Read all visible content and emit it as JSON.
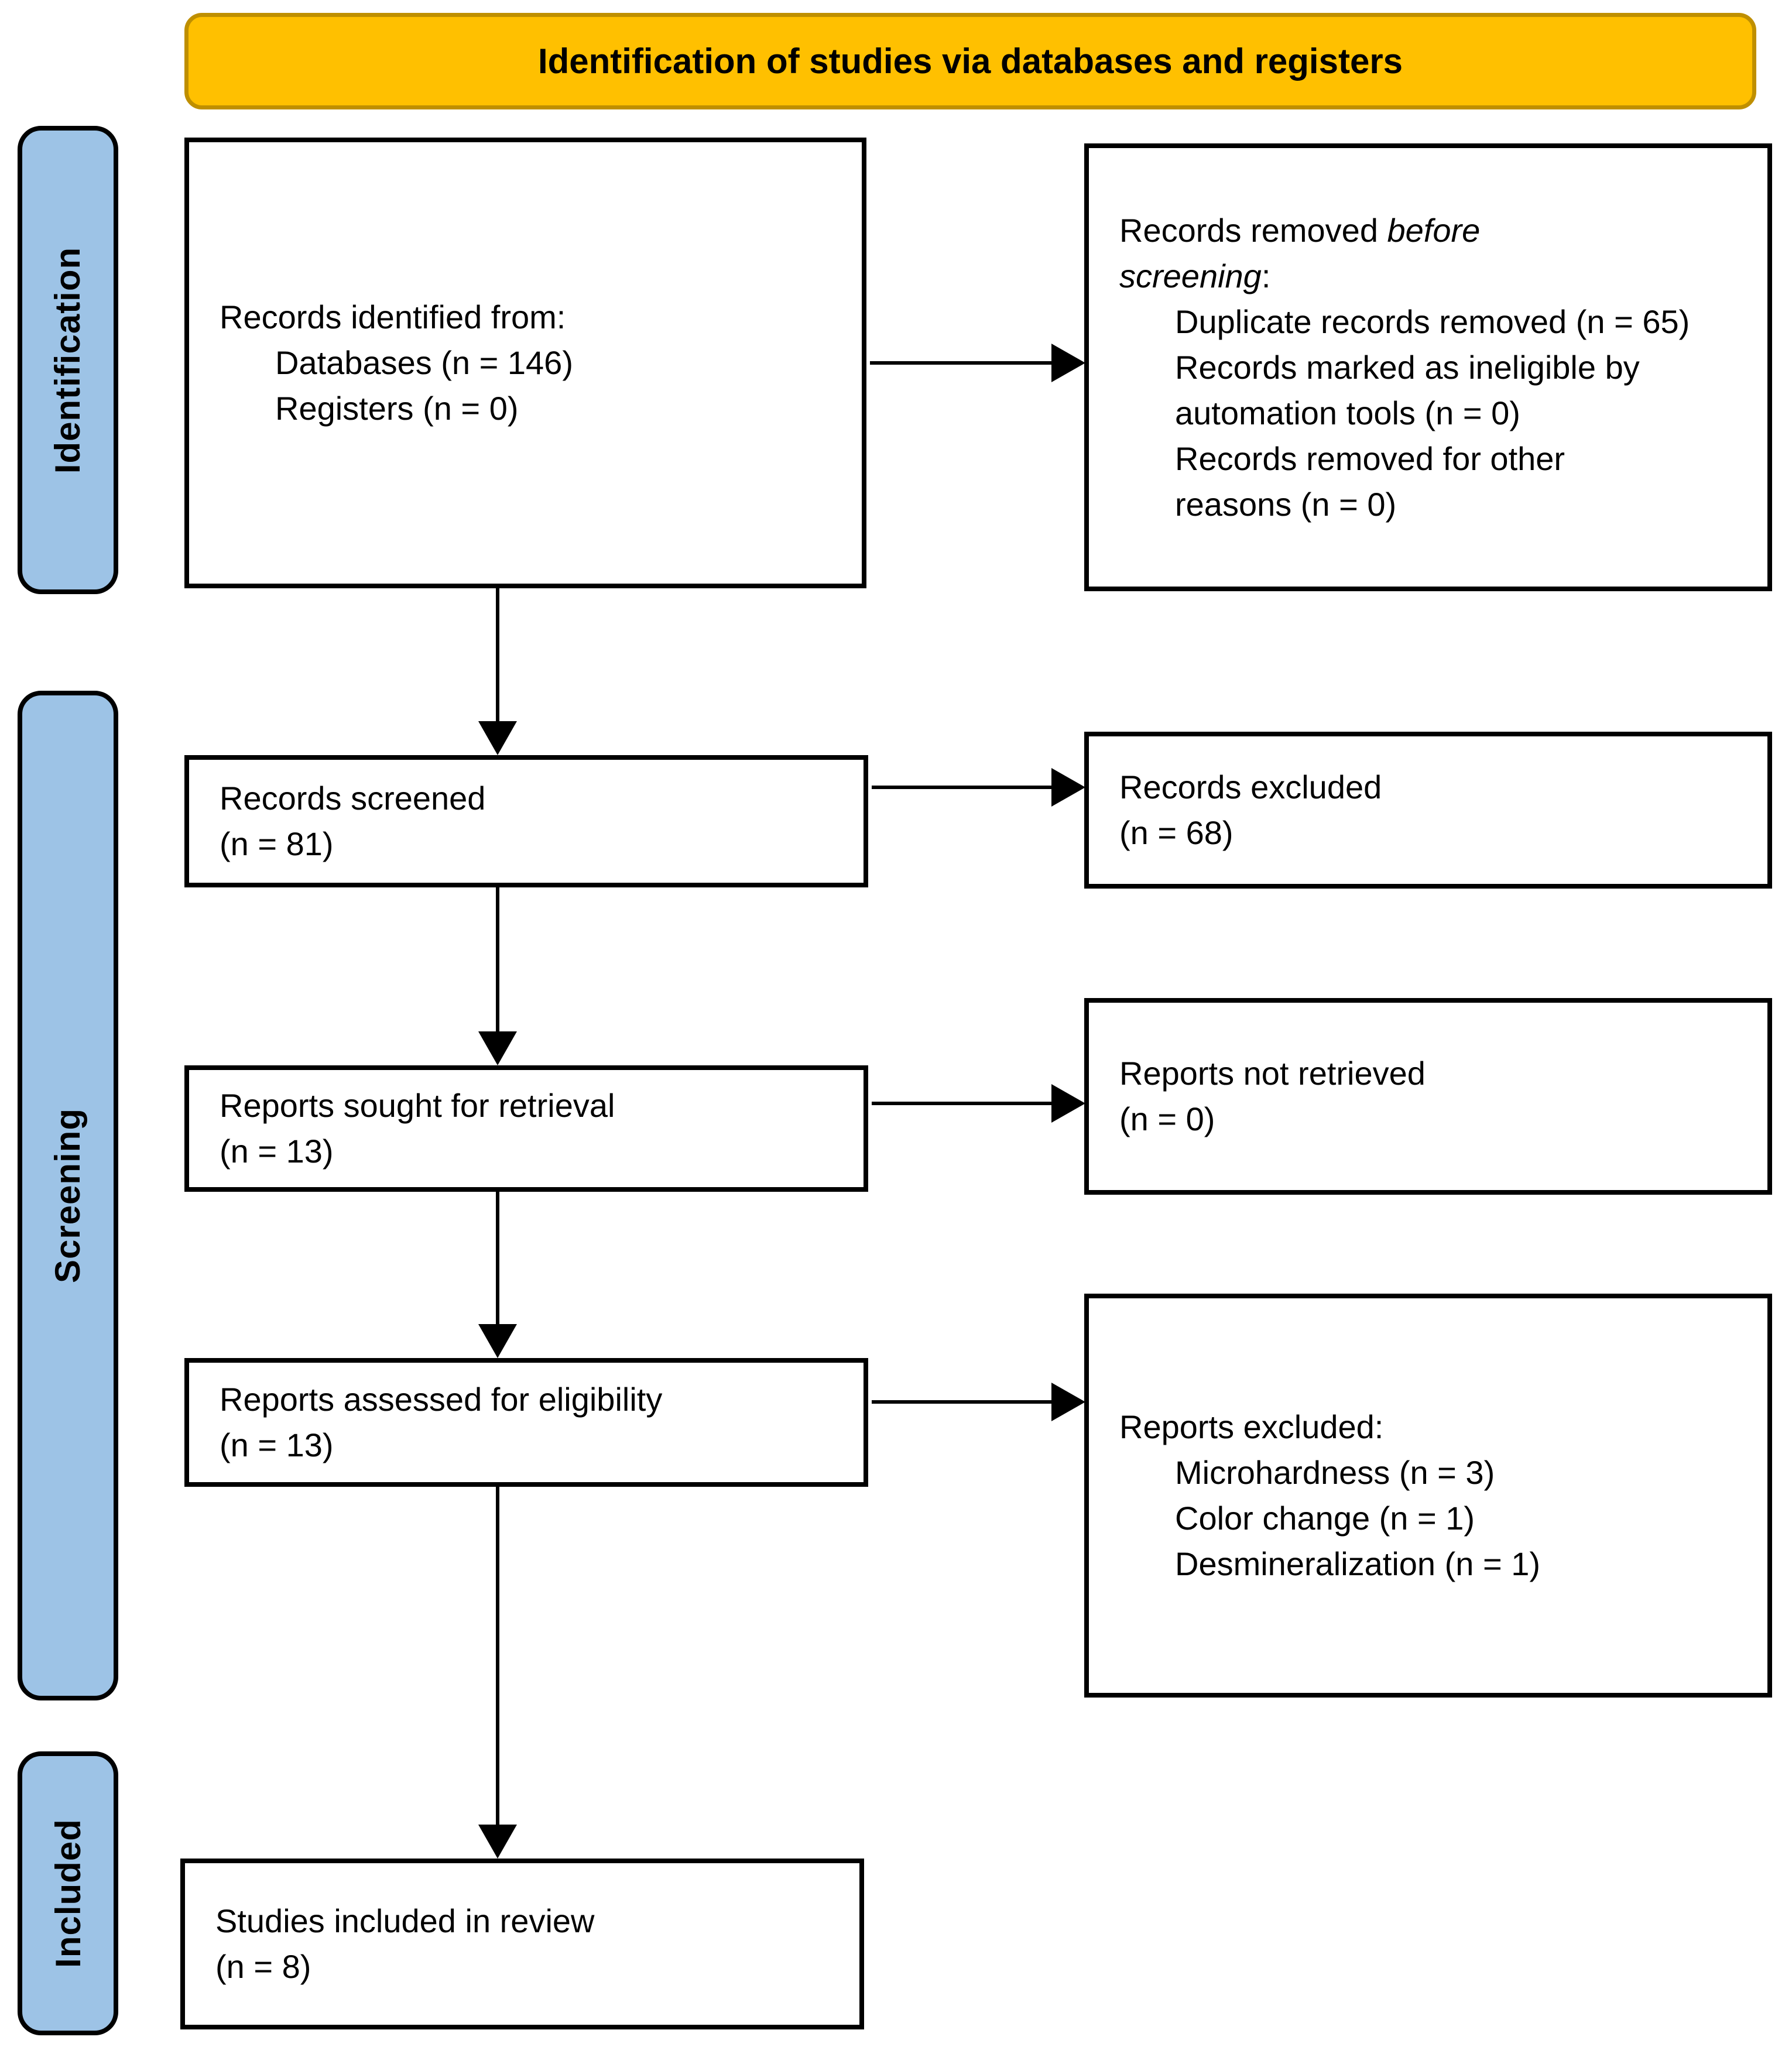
{
  "banner": {
    "title": "Identification of studies via databases and registers"
  },
  "side_labels": [
    {
      "label": "Identification"
    },
    {
      "label": "Screening"
    },
    {
      "label": "Included"
    }
  ],
  "colors": {
    "banner_bg": "#FFC000",
    "banner_border": "#BF8F00",
    "band_bg": "#9DC3E6",
    "box_border": "#000000",
    "arrow": "#000000"
  },
  "boxes": {
    "identified": {
      "line1": "Records identified from:",
      "items": [
        "Databases (n = 146)",
        "Registers (n = 0)"
      ]
    },
    "removed": {
      "lead": "Records removed ",
      "lead_italic": "before screening",
      "lead_suffix": ":",
      "items": [
        "Duplicate records removed (n = 65)",
        "Records marked as ineligible by automation tools (n = 0)",
        "Records removed for other reasons (n = 0)"
      ]
    },
    "screened": {
      "line1": "Records screened",
      "line2": "(n = 81)"
    },
    "excluded": {
      "line1": "Records excluded",
      "line2": "(n = 68)"
    },
    "sought": {
      "line1": "Reports sought for retrieval",
      "line2": "(n = 13)"
    },
    "not_retrieved": {
      "line1": "Reports not retrieved",
      "line2": "(n = 0)"
    },
    "assessed": {
      "line1": "Reports assessed for eligibility",
      "line2": "(n = 13)"
    },
    "reports_excluded": {
      "line1": "Reports excluded:",
      "items": [
        "Microhardness (n = 3)",
        "Color change (n = 1)",
        "Desmineralization (n = 1)"
      ]
    },
    "included_review": {
      "line1": "Studies included in review",
      "line2": "(n = 8)"
    }
  }
}
